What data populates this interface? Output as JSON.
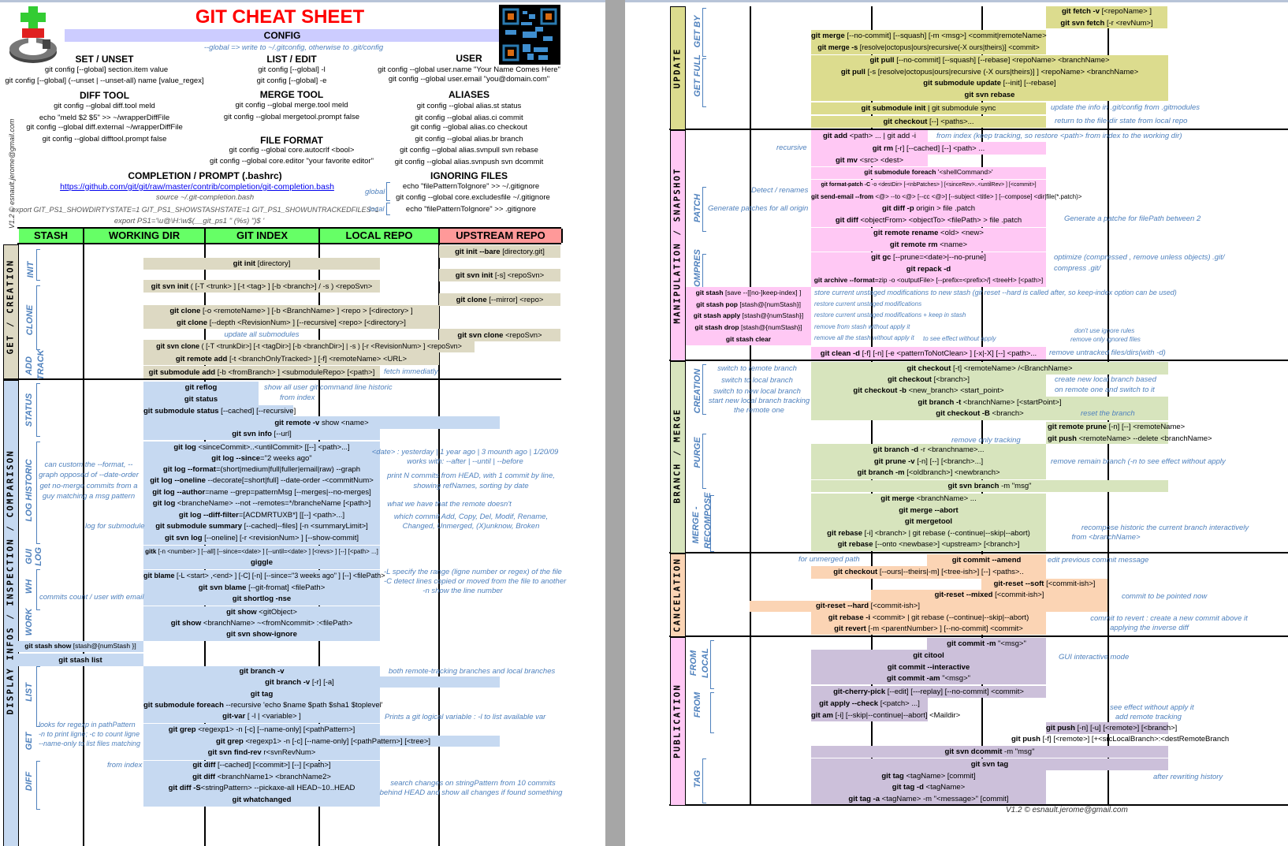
{
  "title": "GIT CHEAT SHEET",
  "config": {
    "heading": "CONFIG",
    "global_note": "--global => write to ~/.gitconfig, otherwise to .git/config",
    "set_unset": {
      "title": "SET / UNSET",
      "lines": [
        "git config [--global] section.item value",
        "git config [--global] (--unset | --unset-all) name [value_regex]"
      ]
    },
    "list_edit": {
      "title": "LIST / EDIT",
      "lines": [
        "git config [--global] -l",
        "git config [--global] -e"
      ]
    },
    "user": {
      "title": "USER",
      "lines": [
        "git config --global user.name \"Your Name Comes Here\"",
        "git config --global user.email \"you@domain.com\""
      ]
    },
    "diff_tool": {
      "title": "DIFF TOOL",
      "lines": [
        "git config --global diff.tool meld",
        "echo \"meld $2 $5\" >> ~/wrapperDiffFile",
        "git config --global diff.external ~/wrapperDiffFile",
        "git config --global difftool.prompt false"
      ]
    },
    "merge_tool": {
      "title": "MERGE TOOL",
      "lines": [
        "git config --global merge.tool meld",
        "git config --global mergetool.prompt false"
      ]
    },
    "aliases": {
      "title": "ALIASES",
      "lines": [
        "git config --global alias.st status",
        "git config --global alias.ci commit",
        "git config --global alias.co checkout",
        "git config --global alias.br branch",
        "git config --global alias.svnpull svn rebase",
        "git config --global alias.svnpush svn dcommit"
      ]
    },
    "file_format": {
      "title": "FILE FORMAT",
      "lines": [
        "git config --global core.autocrlf <bool>",
        "git config --global core.editor \"your favorite editor\""
      ]
    },
    "completion": {
      "title": "COMPLETION / PROMPT (.bashrc)",
      "link": "https://github.com/git/git/raw/master/contrib/completion/git-completion.bash",
      "lines": [
        "source ~/.git-completion.bash",
        "export GIT_PS1_SHOWDIRTYSTATE=1 GIT_PS1_SHOWSTASHSTATE=1 GIT_PS1_SHOWUNTRACKEDFILES=1",
        "export PS1='\\u@\\H:\\w$(__git_ps1 \" (%s) \")$ '"
      ]
    },
    "ignoring": {
      "title": "IGNORING FILES",
      "global_label": "global",
      "local_label": "local",
      "lines": [
        "echo \"filePatternToIgnore\" >> ~/.gitignore",
        "git config --global core.excludesfile ~/.gitignore",
        "echo \"filePatternToIgnore\" >> .gitignore"
      ]
    }
  },
  "side_credit": "V1.2 © esnault.jerome@gmail.com",
  "footer_credit": "V1.2 © esnault.jerome@gmail.com",
  "columns": [
    "STASH",
    "WORKING DIR",
    "GIT INDEX",
    "LOCAL REPO",
    "UPSTREAM REPO"
  ],
  "sections": {
    "get_creation": "GET / CREATION",
    "display": "DISPLAY INFOS / INSPECTION / COMPARISON",
    "update": "UPDATE",
    "manipulation": "MANIPULATION / SNAPSHOT",
    "branch_merge": "BRANCH / MERGE",
    "cancelation": "CANCELATION",
    "publication": "PUBLICATION"
  },
  "subsections": {
    "init": "INIT",
    "clone": "CLONE",
    "add": "ADD",
    "track": "TRACK",
    "status": "STATUS",
    "log": "LOG HISTORIC",
    "gui": "GUI",
    "guilog": "LOG",
    "wh": "WH",
    "work": "WORK",
    "list": "LIST",
    "get": "GET",
    "diff": "DIFF",
    "getby": "GET BY",
    "getfull": "GET FULL",
    "patch": "PATCH",
    "compres": "COMPRES",
    "creation": "CREATION",
    "purge": "PURGE",
    "merge1": "MERGE -",
    "merge2": "RECOMPOSE",
    "fromlocal1": "FROM",
    "fromlocal2": "LOCAL",
    "from": "FROM",
    "tag": "TAG"
  },
  "commands": {
    "init_bare": "git init --bare [directory.git]",
    "init": "git init [directory]",
    "svn_init_up": "git svn init [-s] <repoSvn>",
    "svn_init": "git svn init ( [-T <trunk> ] [-t <tag> ] [-b <branch>] / -s ) <repoSvn>",
    "clone_mirror": "git clone [--mirror] <repo>",
    "clone1": "git clone [-o <remoteName> ] [-b <BranchName> ] <repo > [<directory> ]",
    "clone2": "git clone [--depth <RevisionNum> ] [--recursive] <repo> [<directory>]",
    "svn_clone_up": "git svn clone <repoSvn>",
    "svn_clone": "git svn clone ( [-T <trunkDir>] [-t <tagDir>] [-b <branchDir>] | -s ) [-r <RevisionNum> ] <repoSvn>",
    "remote_add": "git remote add [-t <branchOnlyTracked> ] [-f] <remoteName> <URL>",
    "submodule_add": "git submodule add [-b <fromBranch> ] <submoduleRepo> [<path>]",
    "reflog": "git reflog",
    "status": "git status",
    "submodule_status": "git submodule status [--cached] [--recursive]",
    "remote_show": "git remote -v show <name>",
    "svn_info": "git svn info [--url]",
    "log1": "git log <sinceCommit>..<untilCommit> [[--] <path>...]",
    "log2": "git log --since=\"2 weeks ago\"",
    "log3": "git log --format=(short|medium|full|fuller|email|raw) --graph",
    "log4": "git log --oneline --decorate[=short|full] --date-order -<commitNum>",
    "log5": "git log --author=name --grep=patternMsg [--merges|--no-merges]",
    "log6": "git log <brancheName> --not --remotes=*/brancheName [<path>]",
    "log7": "git log --diff-filter=[ACDMRTUXB*] [[--] <path>...]",
    "log8": "git submodule summary [--cached|--files] [-n <summaryLimit>]",
    "log9": "git svn log [--oneline] [-r <revisionNum> ] [--show-commit]",
    "gitk": "gitk [-n <number> ] [--all] [--since=<date> ] [--until=<date> ] [<revs> ] [--] [<path> ...]",
    "giggle": "giggle",
    "blame": "git blame [-L <start> ,<end> ] [-C] [-n] [--since=\"3 weeks ago\" ] [--] <filePath>",
    "svn_blame": "git svn blame [--git-fromat] <filePath>",
    "shortlog": "git shortlog -nse",
    "show1": "git show <gitObject>",
    "show2": "git show <branchName> ~<fromNcommit> :<filePath>",
    "show3": "git svn show-ignore",
    "stash_show": "git stash show [stash@{numStash }]",
    "stash_list": "git stash list",
    "branch_v": "git branch -v",
    "branch_vra": "git branch -v [-r] [-a]",
    "tag": "git tag",
    "sub_foreach": "git submodule foreach --recursive 'echo $name $path $sha1 $toplevel'",
    "git_var": "git-var [ -l | <variable> ]",
    "grep1": "git grep <regexp1> -n [-c] [--name-only] [<pathPattern>]",
    "grep2": "git grep <regexp1> -n [-c] [--name-only] [<pathPattern>] [<tree>]",
    "find_rev": "git svn find-rev r<svnRevNum>",
    "diff1": "git diff [--cached] [<commit>] [--] [<path>]",
    "diff2": "git diff <branchName1> <branchName2>",
    "diff3": "git diff -S<stringPattern> --pickaxe-all HEAD~10..HEAD",
    "whatchanged": "git whatchanged",
    "fetch": "git fetch -v [<repoName> ]",
    "svn_fetch": "git svn fetch [-r <revNum>]",
    "merge1": "git merge [--no-commit] [--squash] [-m <msg>] <commit|remoteName>",
    "merge2": "git merge -s [resolve|octopus|ours|recursive(-X ours|theirs)] <commit>",
    "pull1": "git pull [--no-commit] [--squash] [--rebase] <repoName> <branchName>",
    "pull2": "git pull [-s [resolve|octopus|ours|recursive (-X ours|theirs)] ] <repoName> <branchName>",
    "sub_update": "git submodule update [--init] [--rebase]",
    "svn_rebase": "git svn rebase",
    "sub_init": "git submodule init | git submodule sync",
    "checkout_paths": "git checkout [--] <paths>...",
    "add": "git add <path> ... | git add -i",
    "rm": "git rm [-r] [--cached] [--] <path> ...",
    "mv": "git mv <src> <dest>",
    "sub_foreach_shell": "git submodule foreach '<shellCommand>'",
    "format_patch": "git format-patch -C -o <destDir> [-<nbPatches> ] [<sinceRev>..<untilRev> ] [<commit>]",
    "send_email": "git send-email --from <@> --to <@> [--cc <@>] [--subject <title> ] [--compose] <dir|file(*.patch)>",
    "diff_patch1": "git diff -p origin > file .patch",
    "diff_patch2": "git diff <objectFrom> <objectTo> <filePath> > file .patch",
    "remote_rename": "git remote rename <old> <new>",
    "remote_rm": "git remote rm <name>",
    "gc": "git gc [--prune=<date>|--no-prune]",
    "repack": "git repack -d",
    "archive": "git archive --format=zip -o <outputFile> [--prefix=<prefix>/] <treeH> [<path>]",
    "stash_save": "git stash [save --[[no-]keep-index] ]",
    "stash_pop": "git stash pop [stash@{numStash}]",
    "stash_apply": "git stash apply [stash@{numStash}]",
    "stash_drop": "git stash drop [stash@{numStash}]",
    "stash_clear": "git stash clear",
    "clean": "git clean -d [-f] [-n] [-e <patternToNotClean> ] [-x|-X] [--] <path>...",
    "co_remote": "git checkout [-t] <remoteName> /<BranchName>",
    "co_branch": "git checkout [<branch>]",
    "co_new": "git checkout -b <new_branch> <start_point>",
    "branch_t": "git branch -t <branchName> [<startPoint>]",
    "co_B": "git checkout -B <branch>",
    "remote_prune": "git remote prune [-n] [--] <remoteName>",
    "push_delete": "git push <remoteName> --delete <branchName>",
    "branch_dr": "git branch -d -r <branchname>...",
    "prune": "git prune -v [-n] [--] [<branch>...]",
    "branch_m": "git branch -m [<oldbranch>] <newbranch>",
    "svn_branch": "git svn branch -m \"msg\"",
    "merge_branch": "git merge <branchName> ...",
    "merge_abort": "git merge --abort",
    "mergetool": "git mergetool",
    "rebase_i": "git rebase [-i] <branch> | git rebase (--continue|--skip|--abort)",
    "rebase_onto": "git rebase [--onto <newbase>] <upstream> [<branch>]",
    "commit_amend": "git commit --amend",
    "co_ours": "git checkout [--ours|--theirs|-m] [<tree-ish>] [--] <paths>..",
    "reset_soft": "git-reset --soft [<commit-ish>]",
    "reset_mixed": "git-reset --mixed [<commit-ish>]",
    "reset_hard": "git-reset --hard [<commit-ish>]",
    "rebase_commit": "git rebase -i <commit> | git rebase (--continue|--skip|--abort)",
    "revert": "git revert [-m <parentNumber> ] [--no-commit] <commit>",
    "commit_m": "git commit -m \"<msg>\"",
    "citool": "git citool",
    "commit_interactive": "git commit --interactive",
    "commit_am": "git commit -am \"<msg>\"",
    "cherry_pick": "git-cherry-pick [--edit] [---replay] [--no-commit] <commit>",
    "apply": "git apply --check [<patch> ...]",
    "am": "git am [-i] [--skip|--continue|--abort] <Maildir>",
    "push": "git push [-n] [-u] [<remote>] [<branch>]",
    "push_f": "git push [-f] [<remote>] [+<srcLocalBranch>:<destRemoteBranch",
    "svn_dcommit": "git svn dcommit -m \"msg\"",
    "svn_tag": "git svn tag",
    "tag_name": "git tag <tagName> [commit]",
    "tag_d": "git tag -d <tagName>",
    "tag_a": "git tag -a <tagName> -m \"<message>\" [commit]"
  },
  "notes": {
    "update_submodules": "update all submodules",
    "fetch_immediatly": "fetch immediatly",
    "show_all": "show all user git command line historic",
    "from_index": "from index",
    "date1": "<date> : yesterday | 1 year ago | 3 mounth ago | 1/20/09",
    "date2": "works with: --after | --until | --before",
    "custom1": "can custom the --format, --",
    "custom2": "graph opposed of --date-order",
    "nomerge1": "get no-merge commits from a",
    "nomerge2": "guy matching a msg pattern",
    "printn1": "print N commits from HEAD, with 1 commit by line,",
    "printn2": "showing refNames, sorting by date",
    "remote_doesnt": "what we have that the remote doesn't",
    "which1": "which commit Add, Copy, Del, Modif, Rename,",
    "which2": "Changed, Unmerged, (X)unknow, Broken",
    "log_sub": "log for submodule",
    "blame1": "-L specify the range (ligne number or regex) of the file",
    "blame2": "-C detect lines copied or moved from the file to another",
    "blame3": "-n show the line number",
    "commits_count": "commits count / user with email",
    "both_remote": "both remote-tracking branches and local branches",
    "prints_var": "Prints a git logical variable : -l to list available var",
    "grep1": "looks for regexp in pathPattern",
    "grep2": "-n to print ligne; -c to count ligne",
    "grep3": "--name-only to list files matching",
    "from_index2": "from index",
    "search1": "search changes on stringPattern from 10 commits",
    "search2": "behind HEAD and show all changes if found something",
    "update_info": "update the info in .git/config from .gitmodules",
    "return_state": "return to the file-dir state from local repo",
    "from_index_keep": "from index (keep tracking, so restore <path> from index to the working dir)",
    "recursive": "recursive",
    "detect_renames": "Detect / renames",
    "gen_all": "Generate patches for all origin",
    "gen_patch": "Generate a patche for filePath between 2",
    "optimize": "optimize (compressed , remove unless objects) .git/",
    "compress": "compress .git/",
    "stash_store": "store current unstaged modifications to new stash (git reset --hard is called after, so keep-index option can be used)",
    "stash_restore": "restore current unstaged modifications",
    "stash_restore_keep": "restore current unstaged modifications + keep in stash",
    "stash_remove": "remove from stash without apply it",
    "stash_remove_all": "remove all the stash without apply it",
    "see_effect": "to see effect without apply",
    "dont_ignore": "don't use ignore rules",
    "only_ignored": "remove only ignored files",
    "remove_untracked": "remove untracked files/dirs(with -d)",
    "sw_remote": "switch to remote branch",
    "sw_local": "switch to local branch",
    "sw_new": "switch to new local branch",
    "start_new1": "start new local branch tracking",
    "start_new2": "the remote one",
    "create_new1": "create new local branch based",
    "create_new2": "on remote one and switch to it",
    "reset_branch": "reset the branch",
    "remove_tracking": "remove only tracking",
    "remove_remain": "remove remain branch (-n to see effect without apply",
    "recompose1": "recompose historic the current branch interactively",
    "recompose2": "from <branchName>",
    "unmerged": "for unmerged path",
    "edit_prev": "edit previous commit message",
    "pointed": "commit to be pointed now",
    "revert1": "commit to revert : create a new commit above it",
    "revert2": "applying the inverse diff",
    "gui_mode": "GUI interactive mode",
    "see_effect_push": "see effect without apply it",
    "add_tracking": "add remote tracking",
    "after_rewrite": "after rewriting history"
  }
}
